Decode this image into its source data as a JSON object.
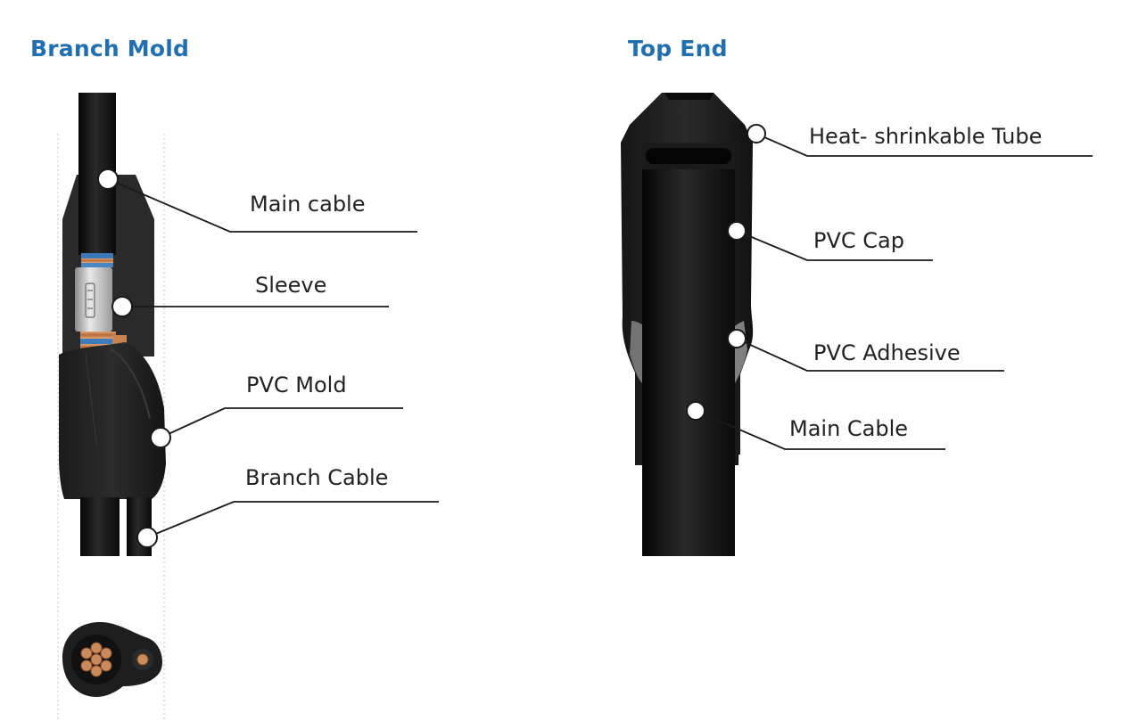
{
  "left_panel": {
    "title": "Branch Mold",
    "callouts": {
      "main_cable": "Main cable",
      "sleeve": "Sleeve",
      "pvc_mold": "PVC Mold",
      "branch_cable": "Branch Cable"
    }
  },
  "right_panel": {
    "title": "Top End",
    "callouts": {
      "heat_shrinkable_tube": "Heat- shrinkable Tube",
      "pvc_cap": "PVC Cap",
      "pvc_adhesive": "PVC Adhesive",
      "main_cable": "Main Cable"
    }
  },
  "colors": {
    "heading": "#1f6fb2",
    "text": "#222222",
    "cable_black": "#141414",
    "copper": "#c07a4a"
  }
}
